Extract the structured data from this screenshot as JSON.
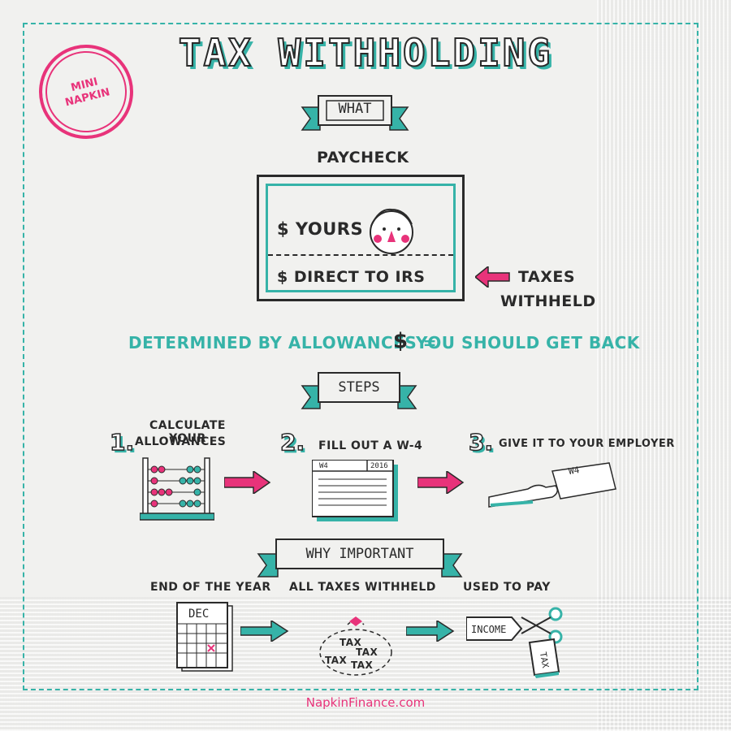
{
  "title": "TAX WITHHOLDING",
  "stamp": {
    "line1": "MINI",
    "line2": "NAPKIN"
  },
  "sections": {
    "what": "WHAT",
    "steps": "STEPS",
    "why": "WHY IMPORTANT"
  },
  "paycheck": {
    "heading": "PAYCHECK",
    "yours": "$ YOURS",
    "irs": "$ DIRECT TO IRS",
    "taxes_withheld_1": "TAXES",
    "taxes_withheld_2": "WITHHELD"
  },
  "determined": {
    "left": "DETERMINED BY ALLOWANCES =",
    "dollar": "$",
    "right": "YOU SHOULD GET BACK"
  },
  "steps": [
    {
      "num": "1.",
      "line1": "CALCULATE YOUR",
      "line2": "ALLOWANCES"
    },
    {
      "num": "2.",
      "line1": "FILL OUT A W-4",
      "line2": ""
    },
    {
      "num": "3.",
      "line1": "GIVE IT TO YOUR EMPLOYER",
      "line2": ""
    }
  ],
  "w4form": {
    "label": "W4",
    "year": "2016"
  },
  "handcard": "W4",
  "why": {
    "end_of_year": "END OF THE YEAR",
    "all_taxes": "ALL TAXES WITHHELD",
    "used_to_pay": "USED TO PAY",
    "calendar": "DEC",
    "tax_words": [
      "TAX",
      "TAX",
      "TAX",
      "TAX"
    ],
    "income": "INCOME",
    "tag": "TAX"
  },
  "footer": "NapkinFinance.com",
  "colors": {
    "teal": "#36b3a8",
    "pink": "#e8337a",
    "ink": "#2a2a2a"
  }
}
